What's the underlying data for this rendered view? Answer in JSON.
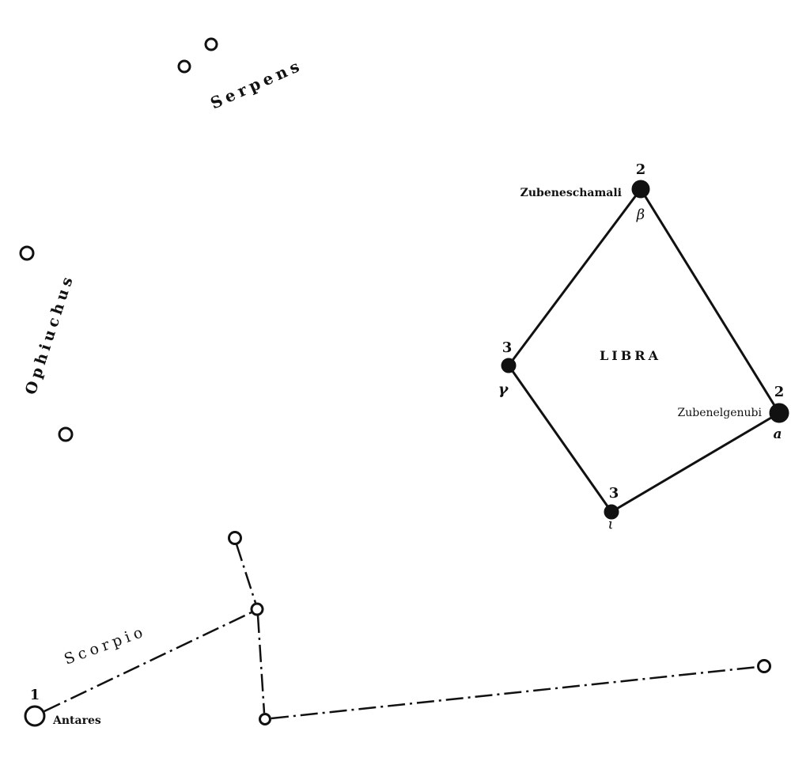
{
  "constellations": {
    "serpens": {
      "name": "Serpens"
    },
    "ophiuchus": {
      "name": "Ophiuchus"
    },
    "libra": {
      "name": "LIBRA",
      "stars": {
        "beta": {
          "name": "Zubeneschamali",
          "letter": "β",
          "magnitude": "2"
        },
        "gamma": {
          "letter": "γ",
          "magnitude": "3"
        },
        "alpha": {
          "name": "Zubenelgenubi",
          "letter": "a",
          "magnitude": "2"
        },
        "iota": {
          "letter": "ι",
          "magnitude": "3"
        }
      }
    },
    "scorpio": {
      "name": "Scorpio",
      "antares": {
        "name": "Antares",
        "magnitude": "1"
      }
    }
  }
}
